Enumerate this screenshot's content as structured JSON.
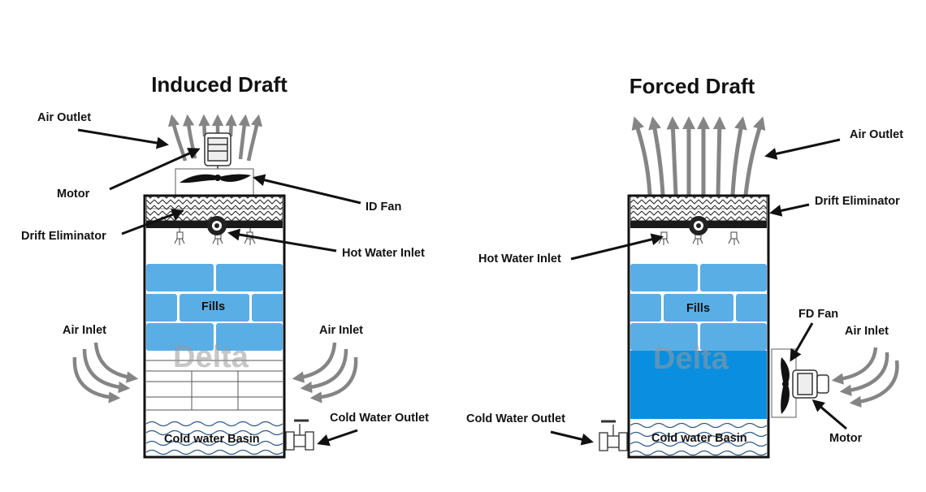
{
  "induced": {
    "title": "Induced Draft",
    "labels": {
      "air_outlet": "Air Outlet",
      "motor": "Motor",
      "drift_eliminator": "Drift Eliminator",
      "id_fan": "ID Fan",
      "hot_water_inlet": "Hot Water Inlet",
      "fills": "Fills",
      "air_inlet_left": "Air Inlet",
      "air_inlet_right": "Air Inlet",
      "cold_water_outlet": "Cold Water Outlet",
      "basin": "Cold water Basin"
    }
  },
  "forced": {
    "title": "Forced Draft",
    "labels": {
      "air_outlet": "Air Outlet",
      "drift_eliminator": "Drift Eliminator",
      "hot_water_inlet": "Hot Water Inlet",
      "fills": "Fills",
      "fd_fan": "FD Fan",
      "air_inlet": "Air Inlet",
      "motor": "Motor",
      "cold_water_outlet": "Cold Water Outlet",
      "basin": "Cold water Basin"
    }
  },
  "watermark": "Delta",
  "colors": {
    "fill_brick": "#5aaee6",
    "fill_grout": "#ffffff",
    "deep_water": "#0a8fe0",
    "arrow_grey": "#858585",
    "outline": "#111111",
    "wave": "#2f5a8a"
  }
}
